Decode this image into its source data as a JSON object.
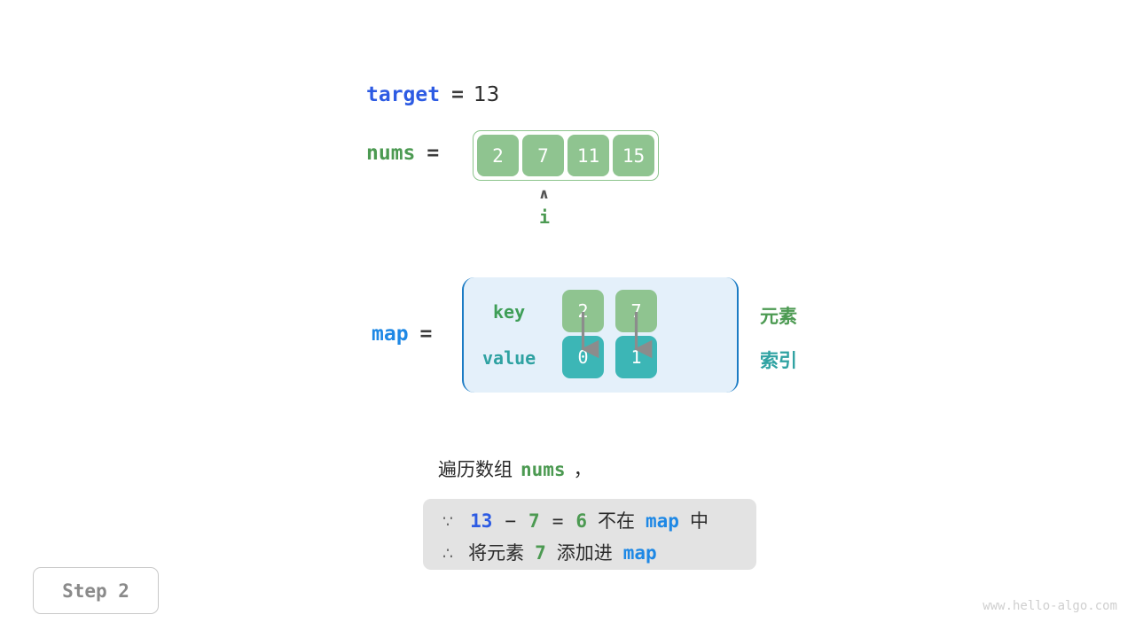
{
  "variables": {
    "target": {
      "name": "target",
      "equals": "=",
      "value": "13"
    },
    "nums": {
      "name": "nums",
      "equals": "="
    },
    "map": {
      "name": "map",
      "equals": "="
    }
  },
  "array": {
    "cells": [
      "2",
      "7",
      "11",
      "15"
    ],
    "pointer": {
      "caret": "∧",
      "label": "i",
      "index": 1
    }
  },
  "map_table": {
    "key_label": "key",
    "value_label": "value",
    "keys": [
      "2",
      "7"
    ],
    "values": [
      "0",
      "1"
    ],
    "side_labels": {
      "element": "元素",
      "index": "索引"
    }
  },
  "description": {
    "prefix": "遍历数组",
    "code": "nums",
    "suffix": "，"
  },
  "note": {
    "line1": {
      "symbol": "∵",
      "a": "13",
      "minus": "−",
      "b": "7",
      "eq": "=",
      "result": "6",
      "text": "不在",
      "map": "map",
      "tail": "中"
    },
    "line2": {
      "symbol": "∴",
      "text1": "将元素",
      "value": "7",
      "text2": "添加进",
      "map": "map"
    }
  },
  "step": {
    "label": "Step 2"
  },
  "watermark": {
    "text": "www.hello-algo.com"
  },
  "colors": {
    "target_blue": "#2D5BE3",
    "map_blue": "#1E88E5",
    "green": "#4C9A52",
    "cell_green": "#8FC490",
    "teal": "#3CB6B6",
    "map_bg": "#E4F0FA",
    "map_border": "#1B7BC4",
    "note_bg": "#E3E3E3",
    "arrow_gray": "#8C8C8C"
  }
}
